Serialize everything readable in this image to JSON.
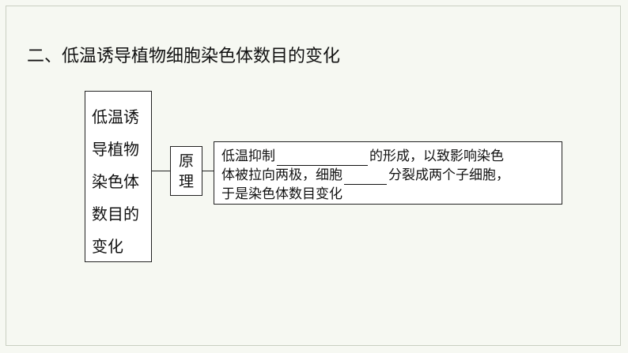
{
  "heading": "二、低温诱导植物细胞染色体数目的变化",
  "topic": {
    "lines": [
      "低温诱",
      "导植物",
      "染色体",
      "数目的",
      "变化"
    ]
  },
  "label": {
    "chars": [
      "原",
      "理"
    ]
  },
  "content": {
    "line1_before_blank": "低温抑制",
    "line1_after_blank": "的形成，以致影响染色",
    "line2_before_blank": "体被拉向两极，细胞",
    "line2_after_blank": "分裂成两个子细胞，",
    "line3": "于是染色体数目变化"
  }
}
